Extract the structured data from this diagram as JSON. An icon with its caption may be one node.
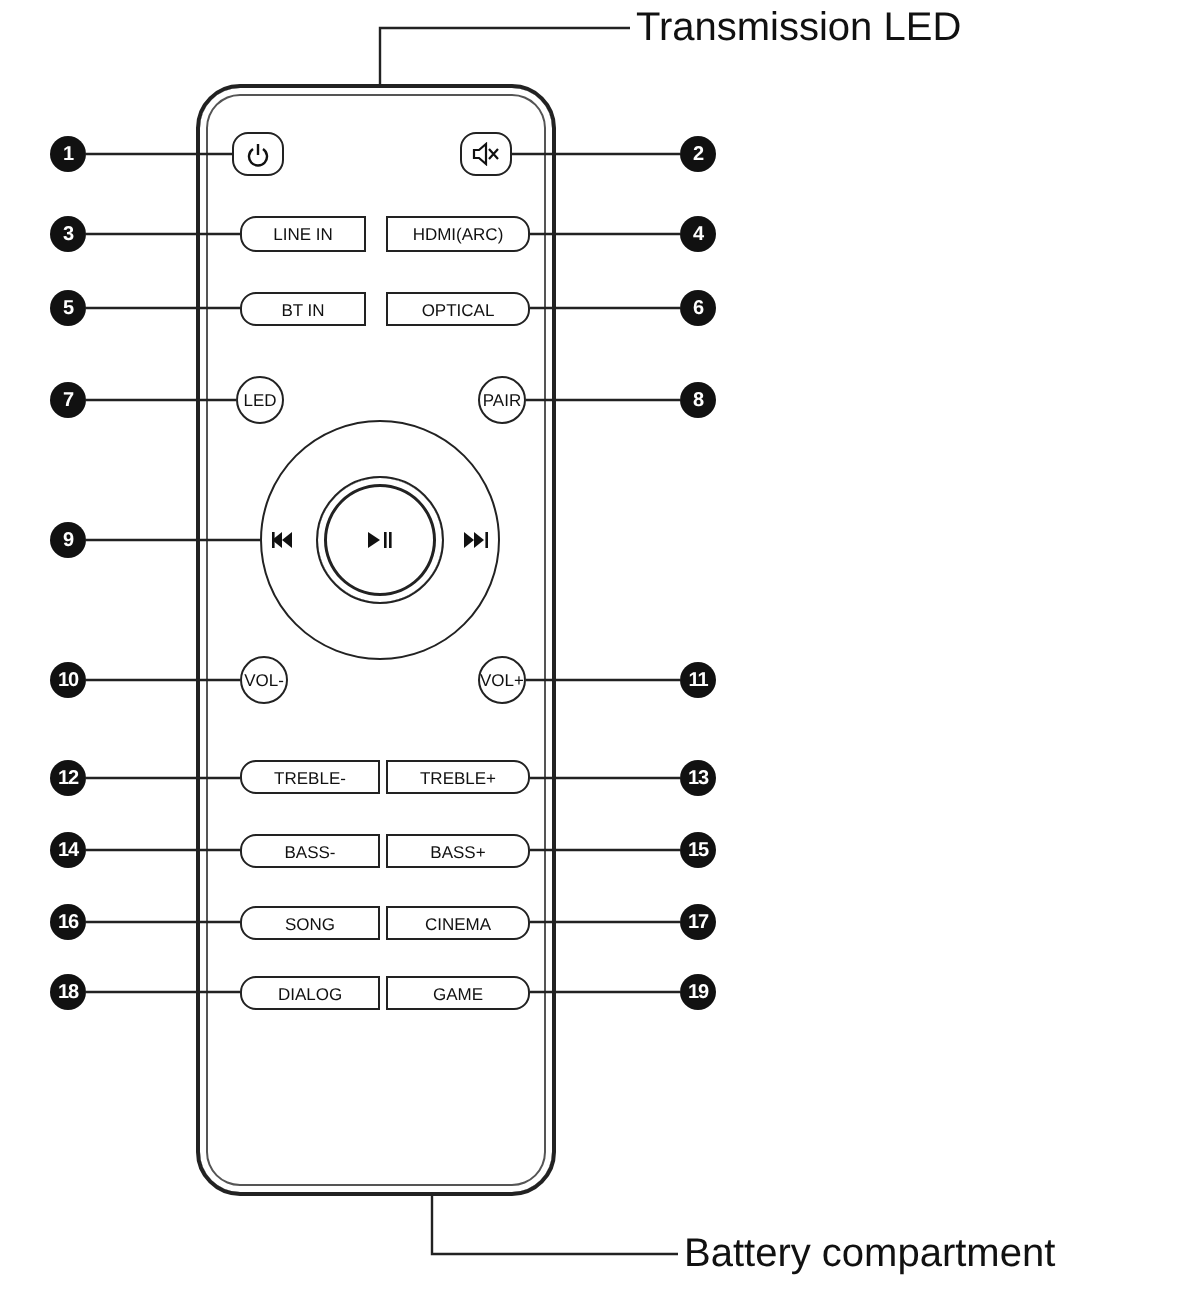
{
  "diagram": {
    "nodes": [
      {
        "text": [
          "Transmission LED"
        ]
      },
      {
        "text": [],
        "shape": "box"
      },
      {
        "text": [
          "1"
        ]
      },
      {
        "text": [],
        "shape": "box",
        "in": 1
      },
      {
        "text": [],
        "shape": "box",
        "in": 1
      },
      {
        "text": [
          "2"
        ]
      },
      {
        "text": [
          "3"
        ]
      },
      {
        "text": [
          "LINE IN"
        ],
        "in": 1
      },
      {
        "text": [
          "HDMI(ARC)"
        ],
        "in": 1
      },
      {
        "text": [
          "4"
        ]
      },
      {
        "text": [
          "5"
        ]
      },
      {
        "text": [
          "BT IN"
        ],
        "in": 1
      },
      {
        "text": [
          "OPTICAL"
        ],
        "in": 1
      },
      {
        "text": [
          "6"
        ]
      },
      {
        "text": [
          "7"
        ]
      },
      {
        "text": [
          "LED"
        ],
        "in": 1
      },
      {
        "text": [
          "PAIR"
        ],
        "in": 1
      },
      {
        "text": [
          "8"
        ]
      },
      {
        "text": [
          "9"
        ]
      },
      {
        "text": [],
        "shape": "circle",
        "in": 1
      },
      {
        "text": [
          "10"
        ]
      },
      {
        "text": [
          "VOL-"
        ],
        "in": 1
      },
      {
        "text": [
          "VOL+"
        ],
        "in": 1
      },
      {
        "text": [
          "11"
        ]
      },
      {
        "text": [
          "12"
        ]
      },
      {
        "text": [
          "TREBLE-"
        ],
        "in": 1
      },
      {
        "text": [
          "TREBLE+"
        ],
        "in": 1
      },
      {
        "text": [
          "13"
        ]
      },
      {
        "text": [
          "14"
        ]
      },
      {
        "text": [
          "BASS-"
        ],
        "in": 1
      },
      {
        "text": [
          "BASS+"
        ],
        "in": 1
      },
      {
        "text": [
          "15"
        ]
      },
      {
        "text": [
          "16"
        ]
      },
      {
        "text": [
          "SONG"
        ],
        "in": 1
      },
      {
        "text": [
          "CINEMA"
        ],
        "in": 1
      },
      {
        "text": [
          "17"
        ]
      },
      {
        "text": [
          "18"
        ]
      },
      {
        "text": [
          "DIALOG"
        ],
        "in": 1
      },
      {
        "text": [
          "GAME"
        ],
        "in": 1
      },
      {
        "text": [
          "19"
        ]
      },
      {
        "text": [
          "Battery compartment"
        ]
      }
    ],
    "edges": [
      {
        "from": 0,
        "to": 1,
        "arrow": "none"
      },
      {
        "from": 2,
        "to": 3,
        "arrow": "none"
      },
      {
        "from": 5,
        "to": 4,
        "arrow": "none"
      },
      {
        "from": 6,
        "to": 7,
        "arrow": "none"
      },
      {
        "from": 9,
        "to": 8,
        "arrow": "none"
      },
      {
        "from": 10,
        "to": 11,
        "arrow": "none"
      },
      {
        "from": 13,
        "to": 12,
        "arrow": "none"
      },
      {
        "from": 14,
        "to": 15,
        "arrow": "none"
      },
      {
        "from": 17,
        "to": 16,
        "arrow": "none"
      },
      {
        "from": 18,
        "to": 19,
        "arrow": "none"
      },
      {
        "from": 20,
        "to": 21,
        "arrow": "none"
      },
      {
        "from": 23,
        "to": 22,
        "arrow": "none"
      },
      {
        "from": 24,
        "to": 25,
        "arrow": "none"
      },
      {
        "from": 27,
        "to": 26,
        "arrow": "none"
      },
      {
        "from": 28,
        "to": 29,
        "arrow": "none"
      },
      {
        "from": 31,
        "to": 30,
        "arrow": "none"
      },
      {
        "from": 32,
        "to": 33,
        "arrow": "none"
      },
      {
        "from": 35,
        "to": 34,
        "arrow": "none"
      },
      {
        "from": 36,
        "to": 37,
        "arrow": "none"
      },
      {
        "from": 39,
        "to": 38,
        "arrow": "none"
      },
      {
        "from": 40,
        "to": 1,
        "arrow": "none"
      }
    ]
  }
}
